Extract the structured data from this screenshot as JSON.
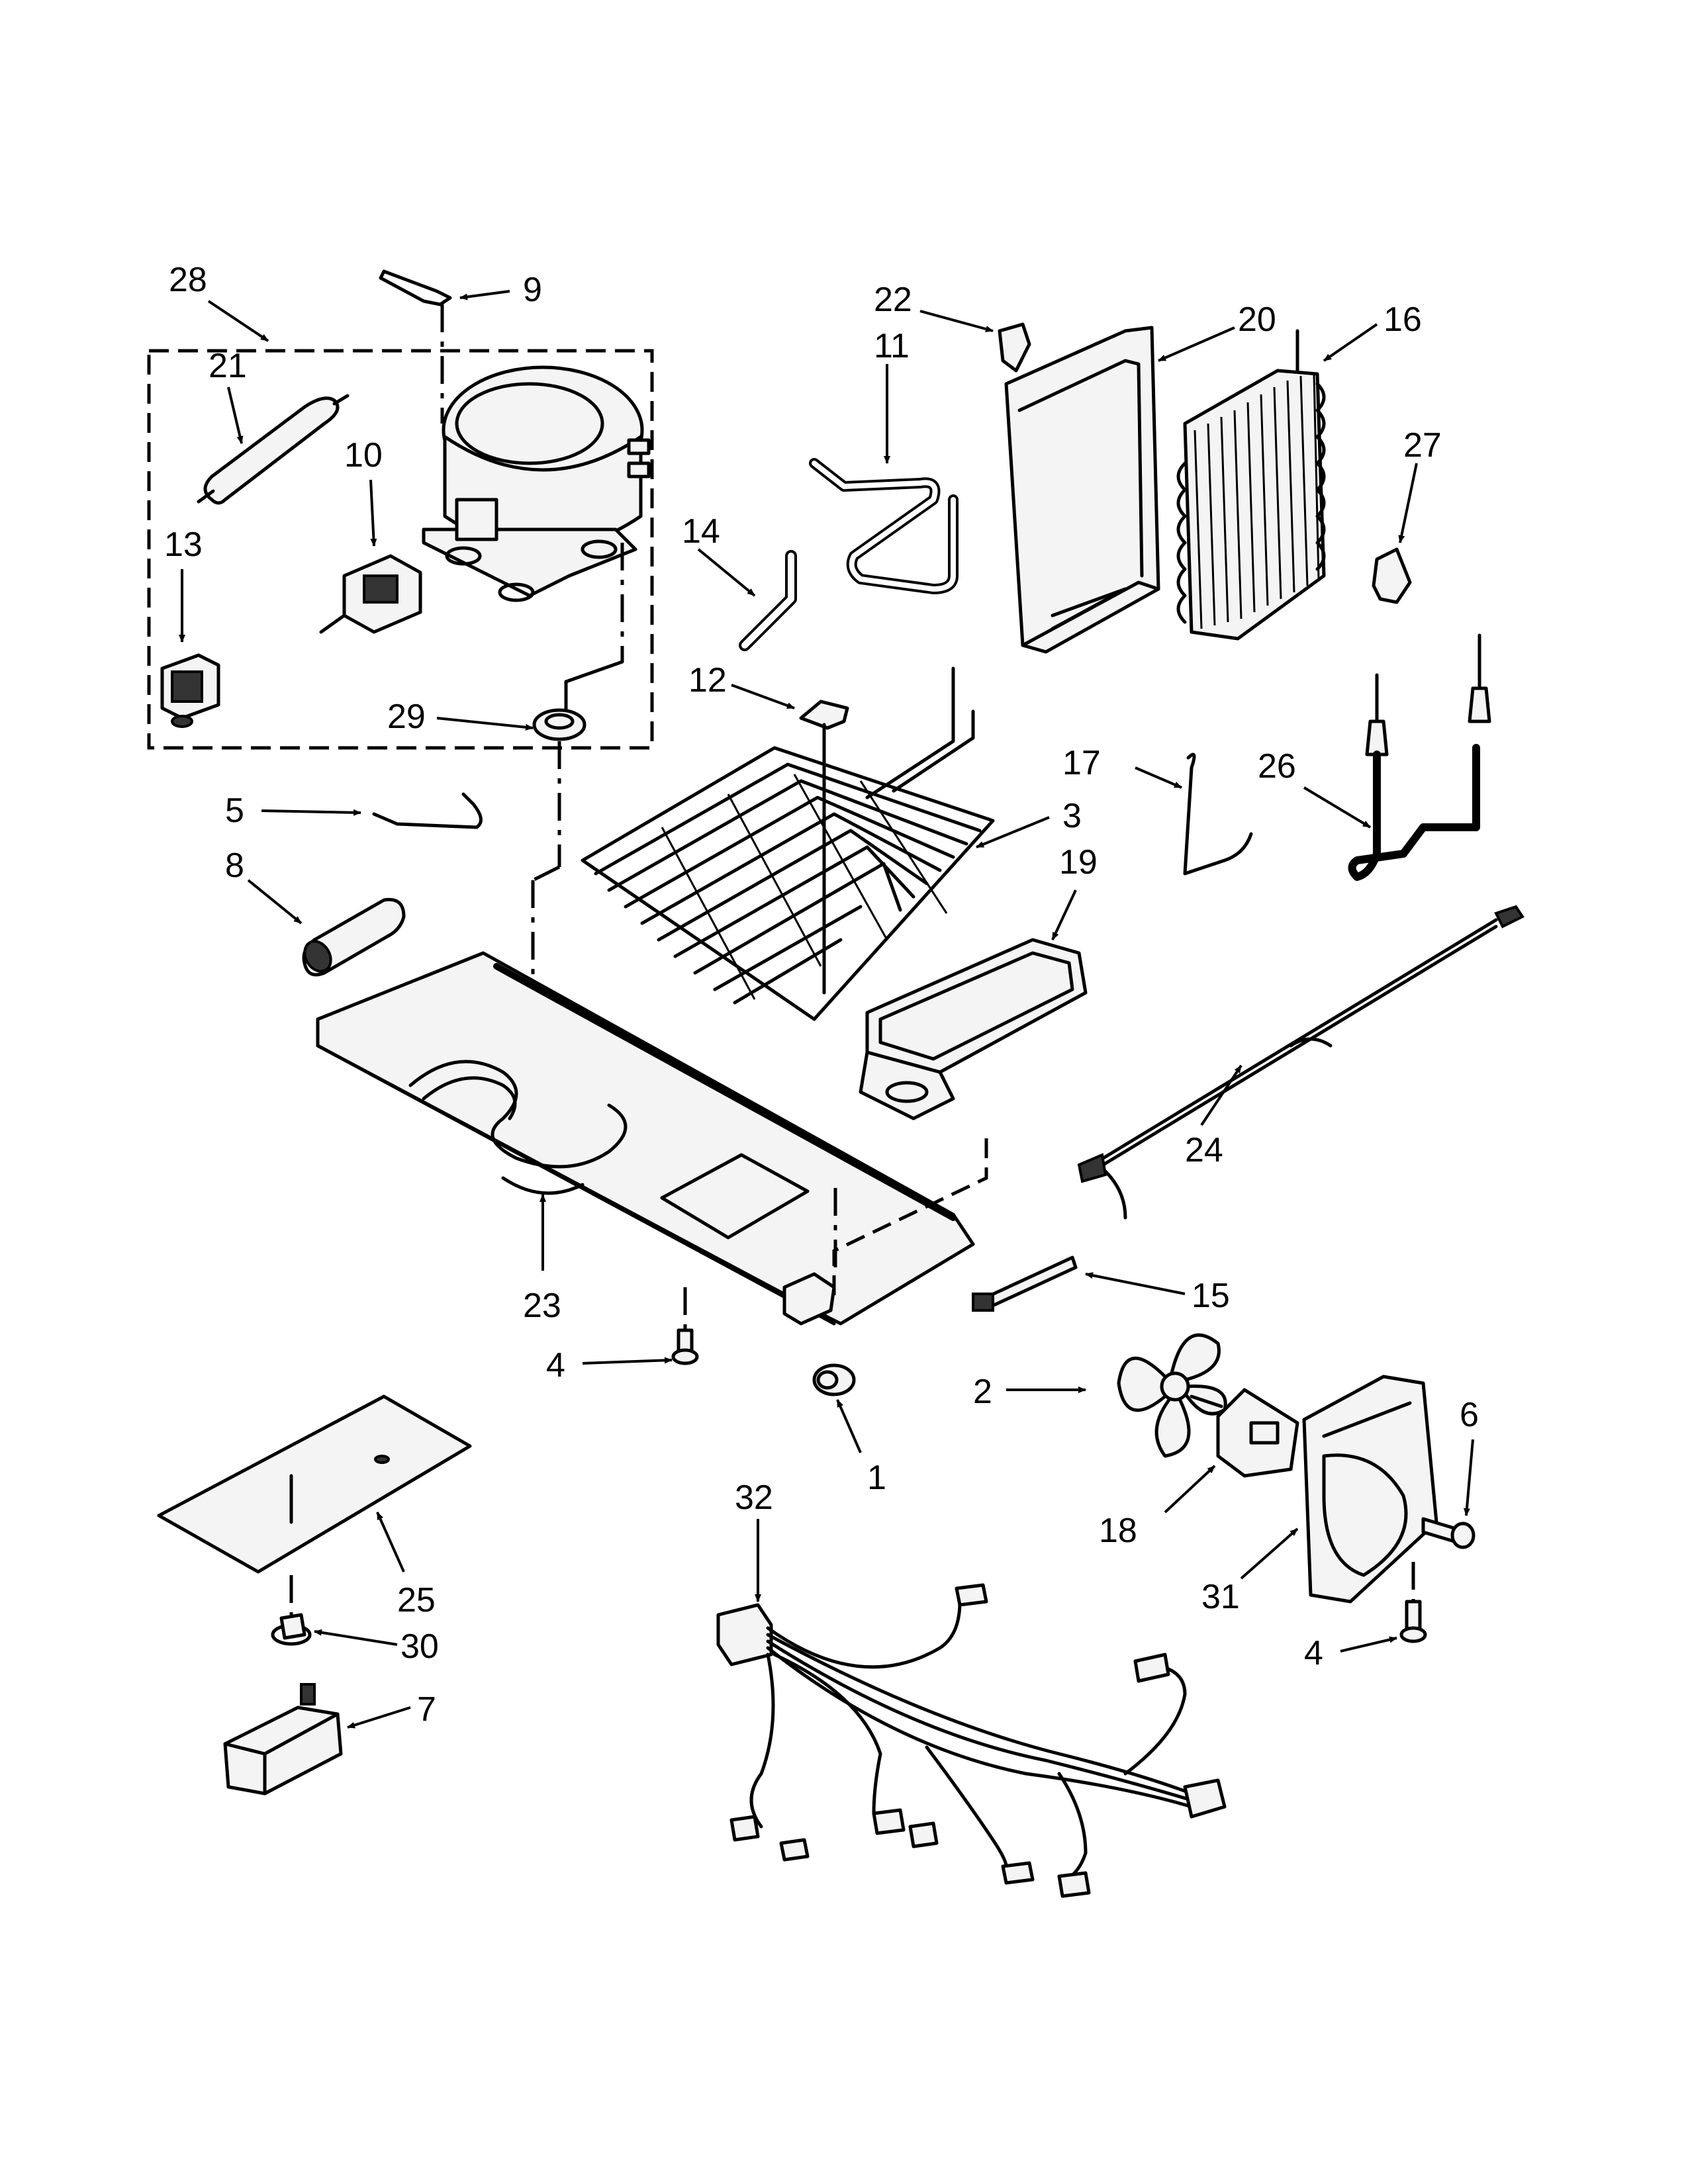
{
  "callouts": {
    "c1": "1",
    "c2": "2",
    "c3": "3",
    "c4a": "4",
    "c4b": "4",
    "c5": "5",
    "c6": "6",
    "c7": "7",
    "c8": "8",
    "c9": "9",
    "c10": "10",
    "c11": "11",
    "c12": "12",
    "c13": "13",
    "c14": "14",
    "c15": "15",
    "c16": "16",
    "c17": "17",
    "c18": "18",
    "c19": "19",
    "c20": "20",
    "c21": "21",
    "c22": "22",
    "c23": "23",
    "c24": "24",
    "c25": "25",
    "c26": "26",
    "c27": "27",
    "c28": "28",
    "c29": "29",
    "c30": "30",
    "c31": "31",
    "c32": "32"
  }
}
